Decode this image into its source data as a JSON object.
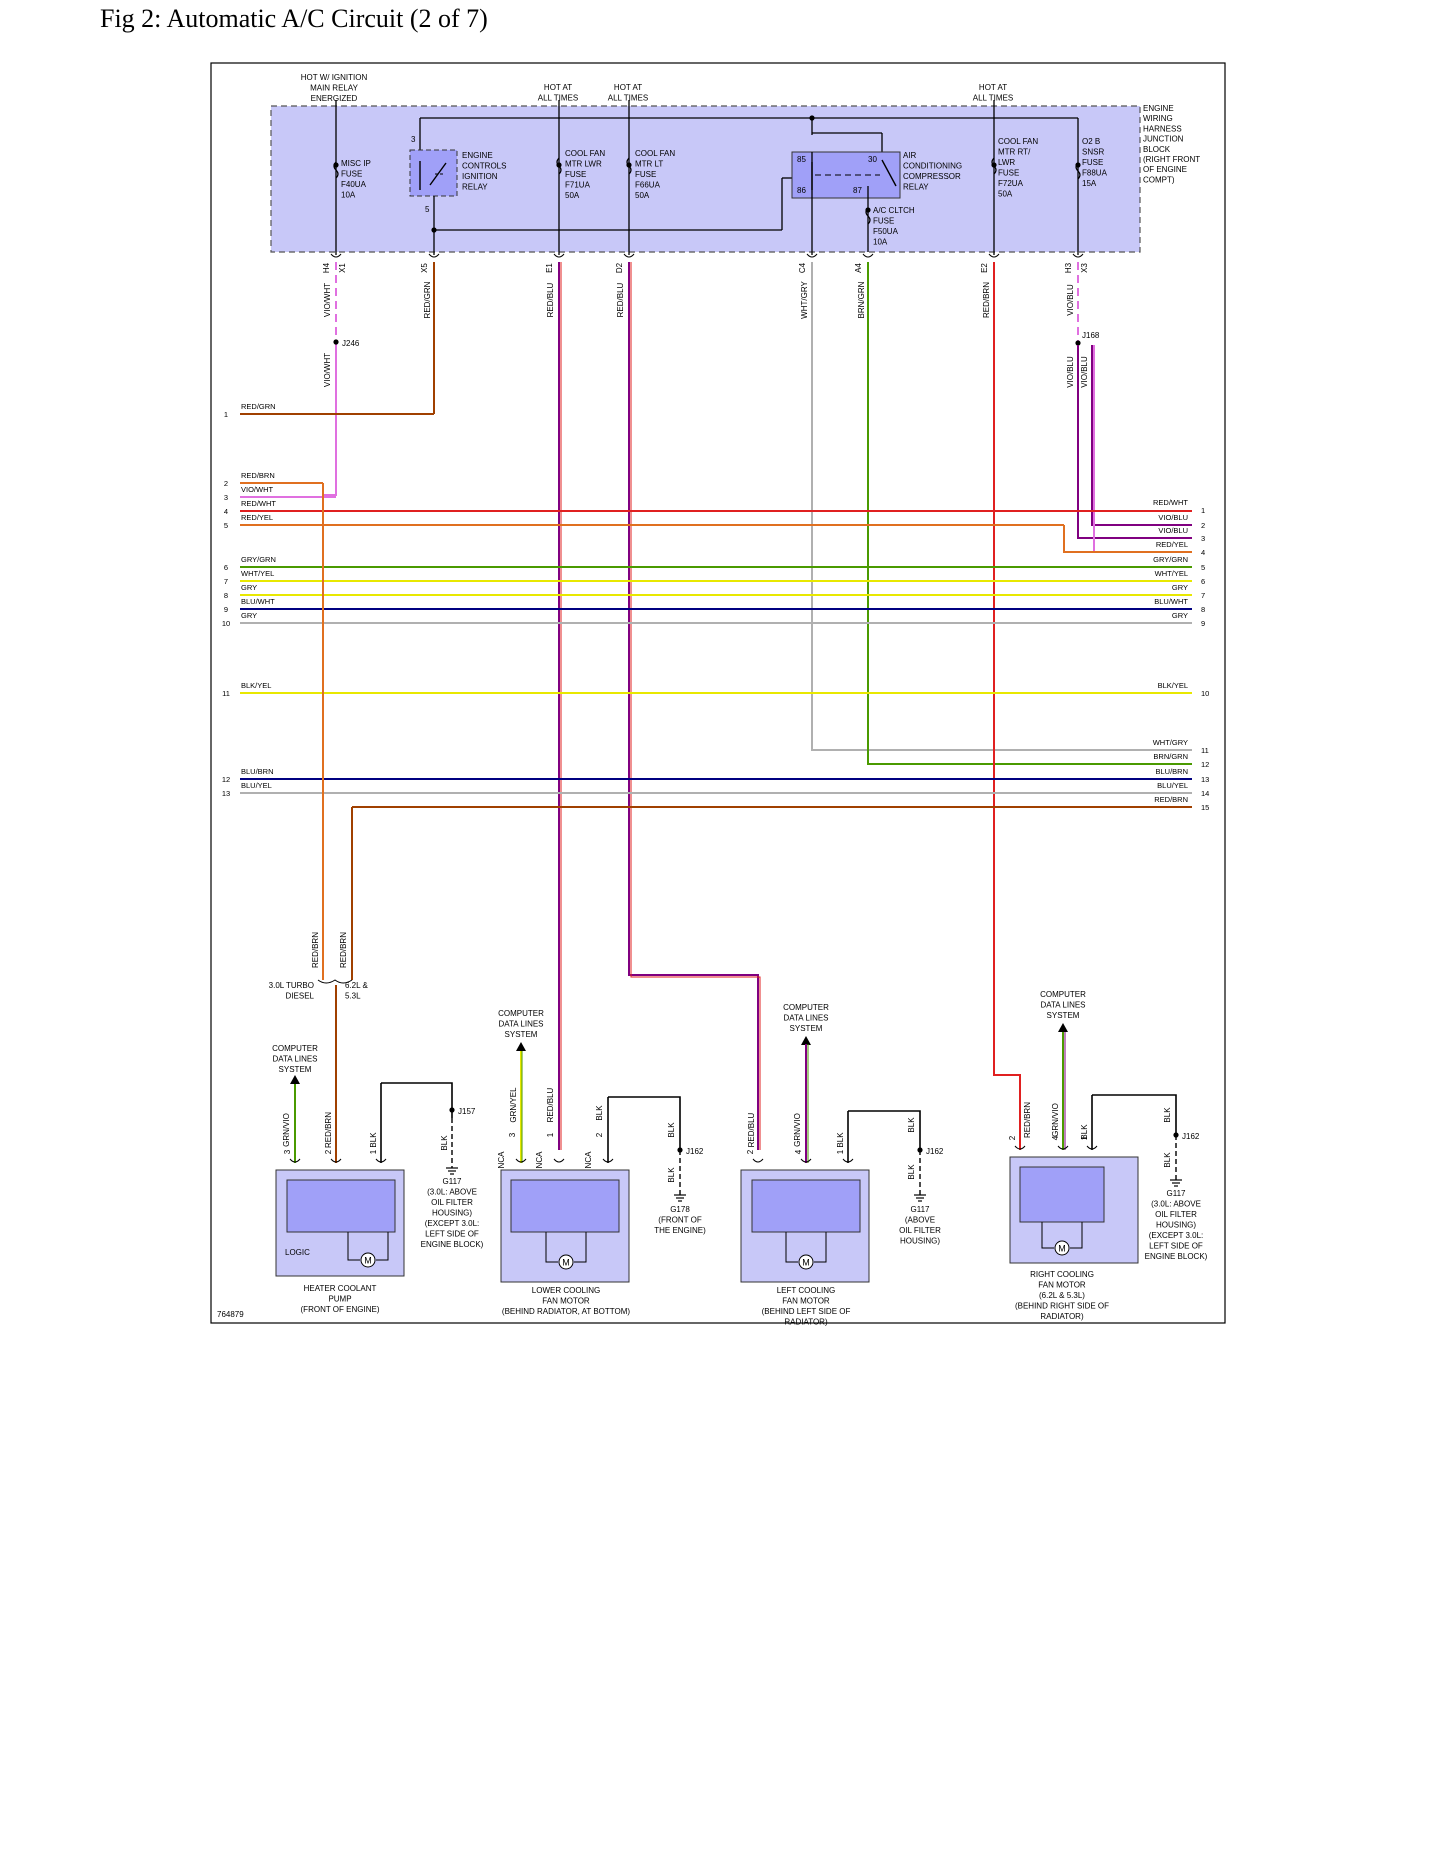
{
  "title": "Fig 2: Automatic A/C Circuit (2 of 7)",
  "figure_id": "764879",
  "colors": {
    "box_fill": "#c8c8f8",
    "relay_fill": "#a0a0f8",
    "red": "#e02020",
    "orange": "#e07020",
    "brown": "#a04000",
    "violet": "#800080",
    "pink": "#e070e0",
    "green": "#4a9a00",
    "yellow": "#e8e800",
    "blue": "#2020c0",
    "gray": "#b0b0b0",
    "navy": "#000080",
    "black": "#000000"
  },
  "power_labels": [
    {
      "id": "ign",
      "lines": [
        "HOT W/ IGNITION",
        "MAIN RELAY",
        "ENERGIZED"
      ]
    },
    {
      "id": "hot1",
      "lines": [
        "HOT AT",
        "ALL TIMES"
      ]
    },
    {
      "id": "hot2",
      "lines": [
        "HOT AT",
        "ALL TIMES"
      ]
    },
    {
      "id": "hot3",
      "lines": [
        "HOT AT",
        "ALL TIMES"
      ]
    }
  ],
  "junction_block": [
    "ENGINE",
    "WIRING",
    "HARNESS",
    "JUNCTION",
    "BLOCK",
    "(RIGHT FRONT",
    "OF ENGINE",
    "COMPT)"
  ],
  "components": [
    {
      "id": "misc",
      "lines": [
        "MISC IP",
        "FUSE",
        "F40UA",
        "10A"
      ]
    },
    {
      "id": "ecir",
      "lines": [
        "ENGINE",
        "CONTROLS",
        "IGNITION",
        "RELAY"
      ]
    },
    {
      "id": "f71",
      "lines": [
        "COOL FAN",
        "MTR LWR",
        "FUSE",
        "F71UA",
        "50A"
      ]
    },
    {
      "id": "f66",
      "lines": [
        "COOL FAN",
        "MTR LT",
        "FUSE",
        "F66UA",
        "50A"
      ]
    },
    {
      "id": "acr",
      "lines": [
        "AIR",
        "CONDITIONING",
        "COMPRESSOR",
        "RELAY"
      ]
    },
    {
      "id": "f50",
      "lines": [
        "A/C CLTCH",
        "FUSE",
        "F50UA",
        "10A"
      ]
    },
    {
      "id": "f72",
      "lines": [
        "COOL FAN",
        "MTR RT/",
        "LWR",
        "FUSE",
        "F72UA",
        "50A"
      ]
    },
    {
      "id": "f88",
      "lines": [
        "O2 B",
        "SNSR",
        "FUSE",
        "F88UA",
        "15A"
      ]
    }
  ],
  "relay_pins": [
    "3",
    "5",
    "85",
    "30",
    "86",
    "87"
  ],
  "connectors": [
    "H4",
    "X1",
    "X5",
    "E1",
    "D2",
    "C4",
    "A4",
    "E2",
    "H3",
    "X3"
  ],
  "drop_wires": [
    "VIO/WHT",
    "VIO/WHT",
    "RED/GRN",
    "RED/BLU",
    "RED/BLU",
    "WHT/GRY",
    "BRN/GRN",
    "RED/BRN",
    "VIO/BLU",
    "VIO/BLU",
    "VIO/BLU"
  ],
  "splices": [
    "J246",
    "J168",
    "J157",
    "J162",
    "J162",
    "J162"
  ],
  "left_bus": [
    {
      "num": "1",
      "label": "RED/GRN"
    },
    {
      "num": "2",
      "label": "RED/BRN"
    },
    {
      "num": "3",
      "label": "VIO/WHT"
    },
    {
      "num": "4",
      "label": "RED/WHT"
    },
    {
      "num": "5",
      "label": "RED/YEL"
    },
    {
      "num": "6",
      "label": "GRY/GRN"
    },
    {
      "num": "7",
      "label": "WHT/YEL"
    },
    {
      "num": "8",
      "label": "GRY"
    },
    {
      "num": "9",
      "label": "BLU/WHT"
    },
    {
      "num": "10",
      "label": "GRY"
    },
    {
      "num": "11",
      "label": "BLK/YEL"
    },
    {
      "num": "12",
      "label": "BLU/BRN"
    },
    {
      "num": "13",
      "label": "BLU/YEL"
    }
  ],
  "right_bus": [
    {
      "num": "1",
      "label": "RED/WHT"
    },
    {
      "num": "2",
      "label": "VIO/BLU"
    },
    {
      "num": "3",
      "label": "VIO/BLU"
    },
    {
      "num": "4",
      "label": "RED/YEL"
    },
    {
      "num": "5",
      "label": "GRY/GRN"
    },
    {
      "num": "6",
      "label": "WHT/YEL"
    },
    {
      "num": "7",
      "label": "GRY"
    },
    {
      "num": "8",
      "label": "BLU/WHT"
    },
    {
      "num": "9",
      "label": "GRY"
    },
    {
      "num": "10",
      "label": "BLK/YEL"
    },
    {
      "num": "11",
      "label": "WHT/GRY"
    },
    {
      "num": "12",
      "label": "BRN/GRN"
    },
    {
      "num": "13",
      "label": "BLU/BRN"
    },
    {
      "num": "14",
      "label": "BLU/YEL"
    },
    {
      "num": "15",
      "label": "RED/BRN"
    }
  ],
  "lower_wires": {
    "heater_variant": [
      "RED/BRN",
      "RED/BRN"
    ],
    "variants": [
      "3.0L TURBO",
      "DIESEL",
      "6.2L &",
      "5.3L"
    ],
    "data_lines": [
      "COMPUTER",
      "DATA LINES",
      "SYSTEM"
    ],
    "heater": [
      "GRN/VIO",
      "RED/BRN",
      "BLK",
      "BLK"
    ],
    "lower": [
      "GRN/YEL",
      "RED/BLU",
      "BLK",
      "BLK",
      "BLK"
    ],
    "left": [
      "RED/BLU",
      "GRN/VIO",
      "BLK",
      "BLK",
      "BLK"
    ],
    "right": [
      "RED/BRN",
      "GRN/VIO",
      "BLK",
      "BLK",
      "BLK"
    ]
  },
  "pin_labels": {
    "heater": [
      "3",
      "2",
      "1"
    ],
    "lower": [
      "NCA",
      "3",
      "NCA",
      "1",
      "NCA",
      "2"
    ],
    "left": [
      "2",
      "4",
      "1"
    ],
    "right": [
      "2",
      "4",
      "1"
    ]
  },
  "grounds": [
    {
      "id": "g117a",
      "lines": [
        "G117",
        "(3.0L: ABOVE",
        "OIL FILTER",
        "HOUSING)",
        "(EXCEPT 3.0L:",
        "LEFT SIDE OF",
        "ENGINE BLOCK)"
      ]
    },
    {
      "id": "g178",
      "lines": [
        "G178",
        "(FRONT OF",
        "THE ENGINE)"
      ]
    },
    {
      "id": "g117b",
      "lines": [
        "G117",
        "(ABOVE",
        "OIL FILTER",
        "HOUSING)"
      ]
    },
    {
      "id": "g117c",
      "lines": [
        "G117",
        "(3.0L: ABOVE",
        "OIL FILTER",
        "HOUSING)",
        "(EXCEPT 3.0L:",
        "LEFT SIDE OF",
        "ENGINE BLOCK)"
      ]
    }
  ],
  "motors": [
    {
      "id": "heater",
      "lines": [
        "HEATER COOLANT",
        "PUMP",
        "(FRONT OF ENGINE)"
      ],
      "extra": "LOGIC"
    },
    {
      "id": "lower",
      "lines": [
        "LOWER COOLING",
        "FAN MOTOR",
        "(BEHIND RADIATOR, AT BOTTOM)"
      ]
    },
    {
      "id": "left",
      "lines": [
        "LEFT COOLING",
        "FAN MOTOR",
        "(BEHIND LEFT SIDE OF",
        "RADIATOR)"
      ]
    },
    {
      "id": "right",
      "lines": [
        "RIGHT COOLING",
        "FAN MOTOR",
        "(6.2L & 5.3L)",
        "(BEHIND RIGHT SIDE OF",
        "RADIATOR)"
      ]
    }
  ],
  "motor_symbol": "M"
}
